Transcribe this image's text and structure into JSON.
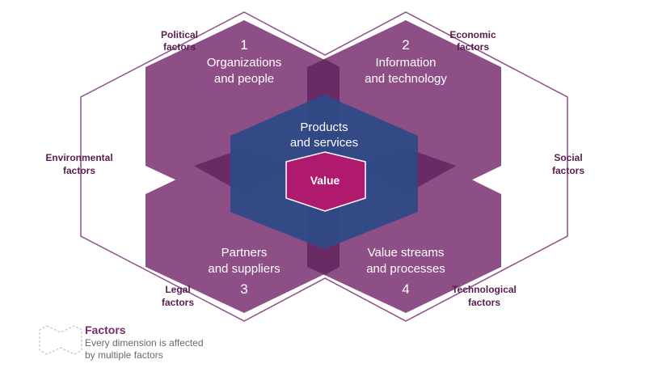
{
  "dimensions": [
    {
      "number": "1",
      "title_line1": "Organizations",
      "title_line2": "and people"
    },
    {
      "number": "2",
      "title_line1": "Information",
      "title_line2": "and technology"
    },
    {
      "number": "3",
      "title_line1": "Partners",
      "title_line2": "and suppliers"
    },
    {
      "number": "4",
      "title_line1": "Value streams",
      "title_line2": "and processes"
    }
  ],
  "center": {
    "line1": "Products",
    "line2": "and services"
  },
  "value": "Value",
  "factors": {
    "political": {
      "line1": "Political",
      "line2": "factors"
    },
    "economic": {
      "line1": "Economic",
      "line2": "factors"
    },
    "environmental": {
      "line1": "Environmental",
      "line2": "factors"
    },
    "social": {
      "line1": "Social",
      "line2": "factors"
    },
    "legal": {
      "line1": "Legal",
      "line2": "factors"
    },
    "technological": {
      "line1": "Technological",
      "line2": "factors"
    }
  },
  "legend": {
    "title": "Factors",
    "desc_line1": "Every dimension is affected",
    "desc_line2": "by multiple factors"
  },
  "colors": {
    "dimension": "#8e4f86",
    "overlap": "#6a2a64",
    "products": "#2f4a86",
    "value": "#b01a6e",
    "outline": "#8e4f86"
  }
}
